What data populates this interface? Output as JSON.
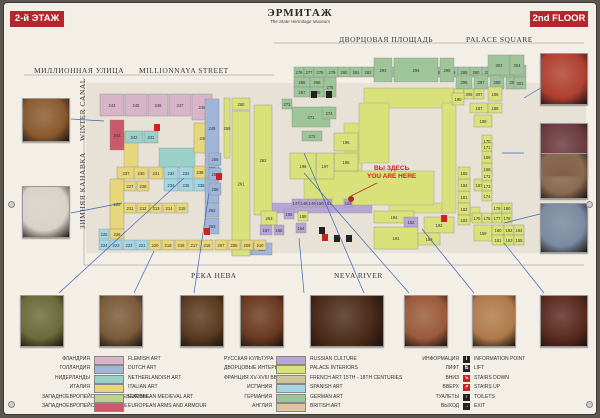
{
  "badges": {
    "ru": "2-й ЭТАЖ",
    "en": "2nd FLOOR"
  },
  "logo": {
    "title": "ЭРМИТАЖ",
    "subtitle": "The State Hermitage Museum"
  },
  "streets": {
    "millionnaya_ru": "МИЛЛИОННАЯ УЛИЦА",
    "millionnaya_en": "MILLIONNAYA STREET",
    "palace_square_ru": "ДВОРЦОВАЯ ПЛОЩАДЬ",
    "palace_square_en": "PALACE SQUARE",
    "neva_ru": "РЕКА НЕВА",
    "neva_en": "NEVA RIVER",
    "winter_canal_ru": "ЗИМНЯЯ КАНАВКА",
    "winter_canal_en": "WINTER CANAL"
  },
  "you_are_here": {
    "ru": "ВЫ ЗДЕСЬ",
    "en": "YOU ARE HERE"
  },
  "colors": {
    "flemish": "#d8b4c8",
    "dutch": "#9fb6d8",
    "netherlandish": "#9ad0c8",
    "italian": "#e8d67a",
    "european_medieval": "#bcd48a",
    "european_arms": "#c95a6a",
    "russian": "#b9a4d6",
    "palace_interiors": "#d9e27a",
    "french": "#cfc49a",
    "spanish": "#a5d6e4",
    "german": "#9ec59a",
    "british": "#e0c4a0",
    "accent_red": "#b2262d"
  },
  "legend": {
    "col1": [
      {
        "ru": "ФЛАНДРИЯ",
        "en": "FLEMISH ART",
        "color": "#d8b4c8"
      },
      {
        "ru": "ГОЛЛАНДИЯ",
        "en": "DUTCH ART",
        "color": "#9fb6d8"
      },
      {
        "ru": "НИДЕРЛАНДЫ",
        "en": "NETHERLANDISH ART",
        "color": "#9ad0c8"
      },
      {
        "ru": "ИТАЛИЯ",
        "en": "ITALIAN ART",
        "color": "#e8d67a"
      },
      {
        "ru": "ЗАПАДНОЕВРОПЕЙСКОЕ СРЕДНЕВЕКОВЬЕ",
        "en": "EUROPEAN MEDIEVAL ART",
        "color": "#bcd48a"
      },
      {
        "ru": "ЗАПАДНОЕВРОПЕЙСКОЕ ОРУЖИЕ",
        "en": "EUROPEAN ARMS AND ARMOUR",
        "color": "#c95a6a"
      }
    ],
    "col2": [
      {
        "ru": "РУССКАЯ КУЛЬТУРА",
        "en": "RUSSIAN CULTURE",
        "color": "#b9a4d6"
      },
      {
        "ru": "ДВОРЦОВЫЕ ИНТЕРЬЕРЫ",
        "en": "PALACE INTERIORS",
        "color": "#d9e27a"
      },
      {
        "ru": "ФРАНЦИЯ XV-XVIII ВВ.",
        "en": "FRENCH ART 15TH - 18TH CENTURIES",
        "color": "#cfc49a"
      },
      {
        "ru": "ИСПАНИЯ",
        "en": "SPANISH ART",
        "color": "#a5d6e4"
      },
      {
        "ru": "ГЕРМАНИЯ",
        "en": "GERMAN ART",
        "color": "#9ec59a"
      },
      {
        "ru": "АНГЛИЯ",
        "en": "BRITISH ART",
        "color": "#e0c4a0"
      }
    ],
    "services": [
      {
        "ru": "ИНФОРМАЦИЯ",
        "en": "INFORMATION POINT",
        "icon": "info-icon",
        "glyph": "i",
        "color": "#222"
      },
      {
        "ru": "ЛИФТ",
        "en": "LIFT",
        "icon": "lift-icon",
        "glyph": "⇅",
        "color": "#222"
      },
      {
        "ru": "ВНИЗ",
        "en": "STAIRS DOWN",
        "icon": "stairs-down-icon",
        "glyph": "↘",
        "color": "#c22"
      },
      {
        "ru": "ВВЕРХ",
        "en": "STAIRS UP",
        "icon": "stairs-up-icon",
        "glyph": "↗",
        "color": "#c22"
      },
      {
        "ru": "ТУАЛЕТЫ",
        "en": "TOILETS",
        "icon": "toilets-icon",
        "glyph": "♀",
        "color": "#222"
      },
      {
        "ru": "ВЫХОД",
        "en": "EXIT",
        "icon": "exit-icon",
        "glyph": "→",
        "color": "#222"
      }
    ]
  },
  "rooms": [
    {
      "n": "244",
      "c": "flemish"
    },
    {
      "n": "245",
      "c": "flemish"
    },
    {
      "n": "246",
      "c": "flemish"
    },
    {
      "n": "247",
      "c": "flemish"
    },
    {
      "n": "248",
      "c": "flemish"
    },
    {
      "n": "243",
      "c": "european_arms"
    },
    {
      "n": "242",
      "c": "netherlandish"
    },
    {
      "n": "241",
      "c": "netherlandish"
    },
    {
      "n": "240",
      "c": "italian"
    },
    {
      "n": "237",
      "c": "italian"
    },
    {
      "n": "238",
      "c": "italian"
    },
    {
      "n": "239",
      "c": "italian"
    },
    {
      "n": "229",
      "c": "italian"
    },
    {
      "n": "226",
      "c": "italian"
    },
    {
      "n": "227",
      "c": "italian"
    },
    {
      "n": "228",
      "c": "italian"
    },
    {
      "n": "230",
      "c": "italian"
    },
    {
      "n": "231",
      "c": "italian"
    },
    {
      "n": "232",
      "c": "spanish"
    },
    {
      "n": "233",
      "c": "spanish"
    },
    {
      "n": "234",
      "c": "spanish"
    },
    {
      "n": "235",
      "c": "spanish"
    },
    {
      "n": "236",
      "c": "spanish"
    },
    {
      "n": "225",
      "c": "spanish"
    },
    {
      "n": "224",
      "c": "spanish"
    },
    {
      "n": "223",
      "c": "spanish"
    },
    {
      "n": "222",
      "c": "spanish"
    },
    {
      "n": "221",
      "c": "spanish"
    },
    {
      "n": "220",
      "c": "italian"
    },
    {
      "n": "219",
      "c": "italian"
    },
    {
      "n": "218",
      "c": "italian"
    },
    {
      "n": "217",
      "c": "italian"
    },
    {
      "n": "216",
      "c": "italian"
    },
    {
      "n": "215",
      "c": "italian"
    },
    {
      "n": "214",
      "c": "italian"
    },
    {
      "n": "213",
      "c": "italian"
    },
    {
      "n": "212",
      "c": "italian"
    },
    {
      "n": "211",
      "c": "italian"
    },
    {
      "n": "210",
      "c": "italian"
    },
    {
      "n": "209",
      "c": "italian"
    },
    {
      "n": "208",
      "c": "italian"
    },
    {
      "n": "207",
      "c": "italian"
    },
    {
      "n": "249",
      "c": "dutch"
    },
    {
      "n": "250",
      "c": "dutch"
    },
    {
      "n": "251",
      "c": "dutch"
    },
    {
      "n": "252",
      "c": "dutch"
    },
    {
      "n": "253",
      "c": "dutch"
    },
    {
      "n": "254",
      "c": "dutch"
    },
    {
      "n": "255",
      "c": "dutch"
    },
    {
      "n": "256",
      "c": "dutch"
    },
    {
      "n": "257",
      "c": "dutch"
    },
    {
      "n": "258",
      "c": "dutch"
    },
    {
      "n": "260",
      "c": "palace_interiors"
    },
    {
      "n": "261",
      "c": "palace_interiors"
    },
    {
      "n": "262",
      "c": "palace_interiors"
    },
    {
      "n": "263",
      "c": "palace_interiors"
    },
    {
      "n": "259",
      "c": "palace_interiors"
    },
    {
      "n": "266",
      "c": "german"
    },
    {
      "n": "267",
      "c": "german"
    },
    {
      "n": "268",
      "c": "german"
    },
    {
      "n": "269",
      "c": "german"
    },
    {
      "n": "270",
      "c": "german"
    },
    {
      "n": "271",
      "c": "german"
    },
    {
      "n": "272",
      "c": "german"
    },
    {
      "n": "273",
      "c": "german"
    },
    {
      "n": "274",
      "c": "german"
    },
    {
      "n": "275",
      "c": "german"
    },
    {
      "n": "276",
      "c": "german"
    },
    {
      "n": "277",
      "c": "german"
    },
    {
      "n": "278",
      "c": "german"
    },
    {
      "n": "279",
      "c": "german"
    },
    {
      "n": "280",
      "c": "german"
    },
    {
      "n": "281",
      "c": "german"
    },
    {
      "n": "282",
      "c": "german"
    },
    {
      "n": "283",
      "c": "german"
    },
    {
      "n": "284",
      "c": "german"
    },
    {
      "n": "285",
      "c": "german"
    },
    {
      "n": "286",
      "c": "german"
    },
    {
      "n": "287",
      "c": "german"
    },
    {
      "n": "288",
      "c": "german"
    },
    {
      "n": "289",
      "c": "german"
    },
    {
      "n": "290",
      "c": "german"
    },
    {
      "n": "291",
      "c": "german"
    },
    {
      "n": "292",
      "c": "german"
    },
    {
      "n": "293",
      "c": "german"
    },
    {
      "n": "294",
      "c": "german"
    },
    {
      "n": "295",
      "c": "german"
    },
    {
      "n": "296",
      "c": "german"
    },
    {
      "n": "297",
      "c": "german"
    },
    {
      "n": "298",
      "c": "german"
    },
    {
      "n": "299",
      "c": "german"
    },
    {
      "n": "300",
      "c": "german"
    },
    {
      "n": "301",
      "c": "german"
    },
    {
      "n": "302",
      "c": "german"
    },
    {
      "n": "303",
      "c": "german"
    },
    {
      "n": "304",
      "c": "german"
    },
    {
      "n": "305",
      "c": "palace_interiors"
    },
    {
      "n": "306",
      "c": "palace_interiors"
    },
    {
      "n": "307",
      "c": "palace_interiors"
    },
    {
      "n": "186",
      "c": "palace_interiors"
    },
    {
      "n": "187",
      "c": "palace_interiors"
    },
    {
      "n": "188",
      "c": "palace_interiors"
    },
    {
      "n": "189",
      "c": "palace_interiors"
    },
    {
      "n": "190",
      "c": "palace_interiors"
    },
    {
      "n": "191",
      "c": "palace_interiors"
    },
    {
      "n": "192",
      "c": "palace_interiors"
    },
    {
      "n": "193",
      "c": "palace_interiors"
    },
    {
      "n": "194",
      "c": "palace_interiors"
    },
    {
      "n": "195",
      "c": "palace_interiors"
    },
    {
      "n": "196",
      "c": "palace_interiors"
    },
    {
      "n": "197",
      "c": "palace_interiors"
    },
    {
      "n": "198",
      "c": "palace_interiors"
    },
    {
      "n": "147",
      "c": "russian"
    },
    {
      "n": "148",
      "c": "russian"
    },
    {
      "n": "149",
      "c": "russian"
    },
    {
      "n": "150",
      "c": "russian"
    },
    {
      "n": "151",
      "c": "russian"
    },
    {
      "n": "152",
      "c": "russian"
    },
    {
      "n": "153",
      "c": "russian"
    },
    {
      "n": "154",
      "c": "russian"
    },
    {
      "n": "155",
      "c": "russian"
    },
    {
      "n": "156",
      "c": "russian"
    },
    {
      "n": "157",
      "c": "russian"
    },
    {
      "n": "158",
      "c": "palace_interiors"
    },
    {
      "n": "159",
      "c": "palace_interiors"
    },
    {
      "n": "160",
      "c": "palace_interiors"
    },
    {
      "n": "161",
      "c": "palace_interiors"
    },
    {
      "n": "162",
      "c": "palace_interiors"
    },
    {
      "n": "163",
      "c": "palace_interiors"
    },
    {
      "n": "164",
      "c": "palace_interiors"
    },
    {
      "n": "165",
      "c": "palace_interiors"
    },
    {
      "n": "166",
      "c": "palace_interiors"
    },
    {
      "n": "167",
      "c": "palace_interiors"
    },
    {
      "n": "168",
      "c": "palace_interiors"
    },
    {
      "n": "169",
      "c": "palace_interiors"
    },
    {
      "n": "170",
      "c": "palace_interiors"
    },
    {
      "n": "171",
      "c": "palace_interiors"
    },
    {
      "n": "172",
      "c": "palace_interiors"
    },
    {
      "n": "173",
      "c": "palace_interiors"
    },
    {
      "n": "174",
      "c": "palace_interiors"
    },
    {
      "n": "175",
      "c": "palace_interiors"
    },
    {
      "n": "176",
      "c": "palace_interiors"
    },
    {
      "n": "177",
      "c": "palace_interiors"
    },
    {
      "n": "178",
      "c": "palace_interiors"
    },
    {
      "n": "179",
      "c": "palace_interiors"
    },
    {
      "n": "180",
      "c": "palace_interiors"
    },
    {
      "n": "181",
      "c": "palace_interiors"
    },
    {
      "n": "182",
      "c": "palace_interiors"
    },
    {
      "n": "183",
      "c": "palace_interiors"
    },
    {
      "n": "184",
      "c": "palace_interiors"
    },
    {
      "n": "185",
      "c": "palace_interiors"
    }
  ],
  "thumbnails": [
    {
      "id": "thumb-winter-canal-interior",
      "tone": "#8a5a2e"
    },
    {
      "id": "thumb-crouching-boy",
      "tone": "#d8d2c8"
    },
    {
      "id": "thumb-madonna-left",
      "tone": "#6a6a3a"
    },
    {
      "id": "thumb-leonardo-madonna",
      "tone": "#7a5a3a"
    },
    {
      "id": "thumb-rembrandt-portrait",
      "tone": "#5a3a20"
    },
    {
      "id": "thumb-battle-tapestry",
      "tone": "#6a3a20"
    },
    {
      "id": "thumb-rembrandt-old-man",
      "tone": "#4a2a18"
    },
    {
      "id": "thumb-benois-madonna",
      "tone": "#9a5a3a"
    },
    {
      "id": "thumb-gallery-hall",
      "tone": "#b07a4a"
    },
    {
      "id": "thumb-dark-interior",
      "tone": "#5a2a20"
    },
    {
      "id": "thumb-throne-room",
      "tone": "#b04030"
    },
    {
      "id": "thumb-palace-hall-top",
      "tone": "#6a3a40"
    },
    {
      "id": "thumb-lady-in-garden",
      "tone": "#8a6a50"
    },
    {
      "id": "thumb-gainsborough-lady",
      "tone": "#7a8aa0"
    }
  ]
}
